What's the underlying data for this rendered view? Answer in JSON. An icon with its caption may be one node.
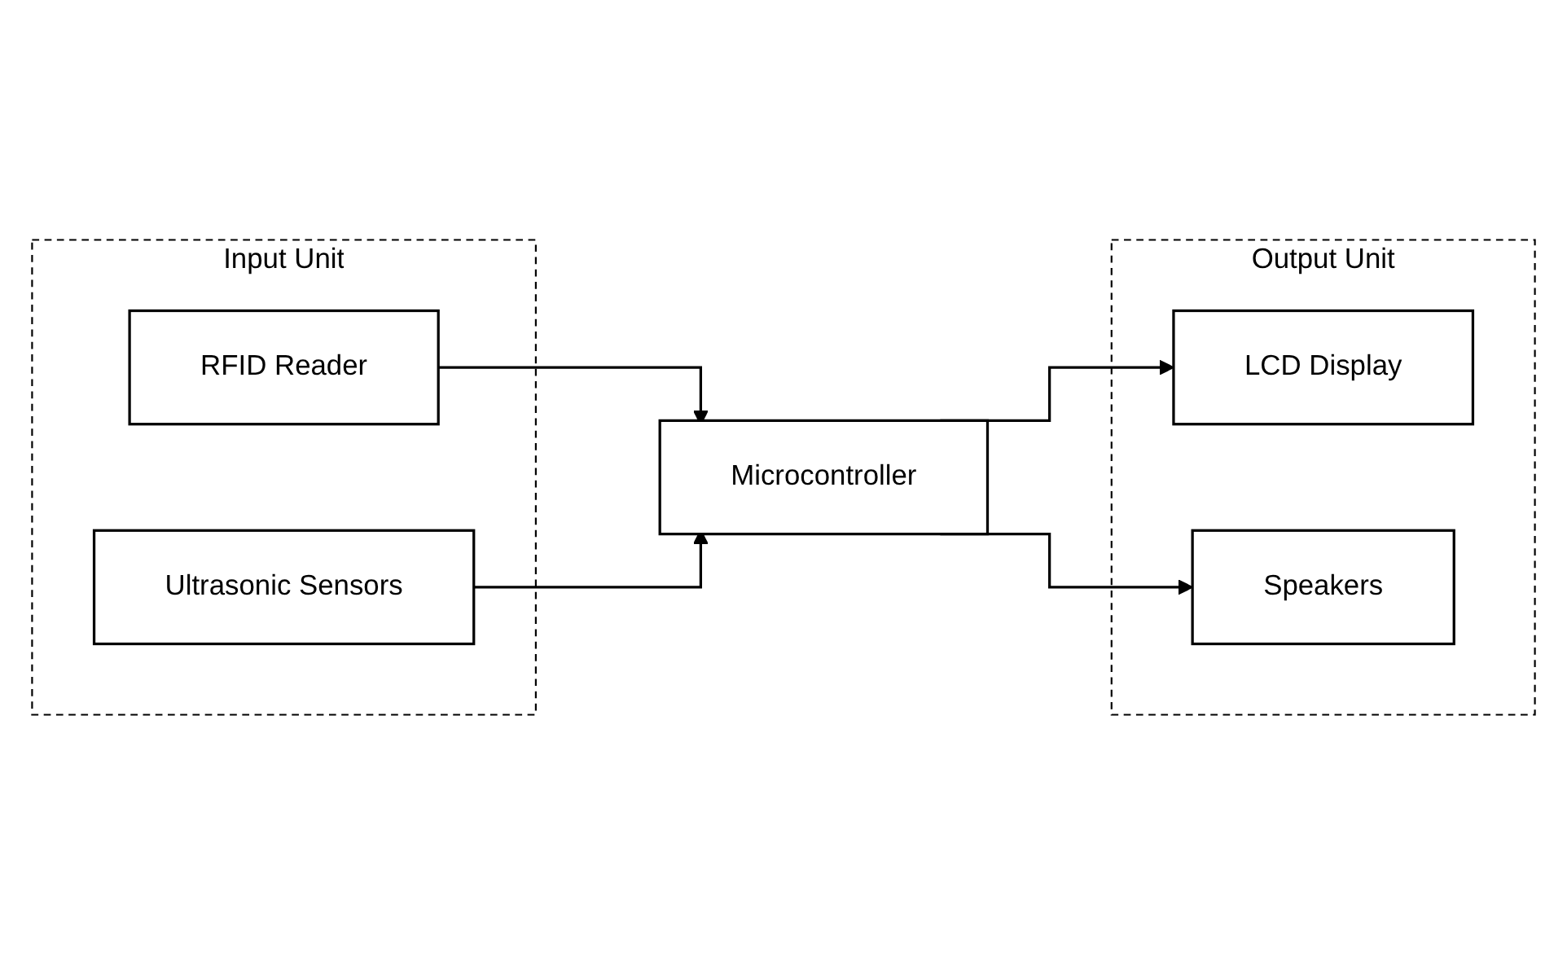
{
  "diagram": {
    "nodes": [
      {
        "text": [
          "Input Unit"
        ]
      },
      {
        "text": [
          "RFID Reader"
        ],
        "in": 0
      },
      {
        "text": [
          "Ultrasonic Sensors"
        ],
        "in": 0
      },
      {
        "text": [
          "Microcontroller"
        ]
      },
      {
        "text": [
          "Output Unit"
        ]
      },
      {
        "text": [
          "LCD Display"
        ],
        "in": 4
      },
      {
        "text": [
          "Speakers"
        ],
        "in": 4
      }
    ],
    "edges": [
      {
        "from": 1,
        "to": 3,
        "arrow": "to"
      },
      {
        "from": 2,
        "to": 3,
        "arrow": "to"
      },
      {
        "from": 3,
        "to": 5,
        "arrow": "to"
      },
      {
        "from": 3,
        "to": 6,
        "arrow": "to"
      }
    ]
  }
}
